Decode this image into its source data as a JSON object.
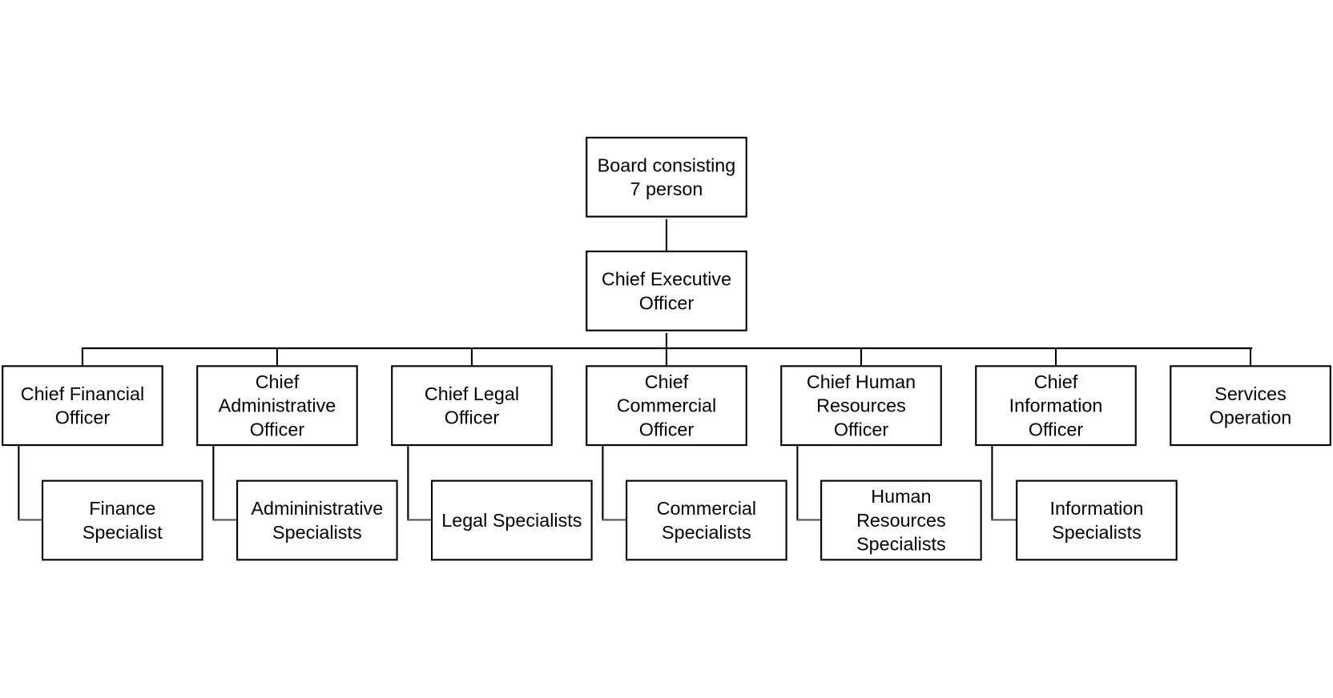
{
  "board": "Board consisting\n7 person",
  "ceo": "Chief Executive\nOfficer",
  "officers": [
    "Chief Financial\nOfficer",
    "Chief\nAdministrative\nOfficer",
    "Chief Legal\nOfficer",
    "Chief\nCommercial\nOfficer",
    "Chief Human\nResources\nOfficer",
    "Chief\nInformation\nOfficer",
    "Services\nOperation"
  ],
  "specialists": [
    "Finance\nSpecialist",
    "Admininistrative\nSpecialists",
    "Legal Specialists",
    "Commercial\nSpecialists",
    "Human\nResources\nSpecialists",
    "Information\nSpecialists"
  ]
}
